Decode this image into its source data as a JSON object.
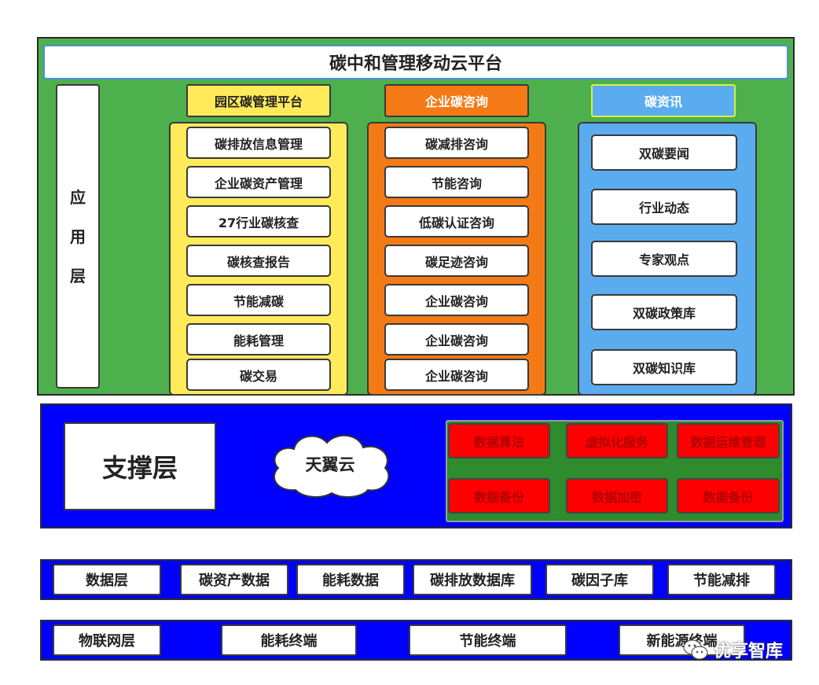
{
  "app_layer": {
    "title": "碳中和管理移动云平台",
    "side_label": [
      "应",
      "用",
      "层"
    ],
    "columns": [
      {
        "header": "园区碳管理平台",
        "items": [
          "碳排放信息管理",
          "企业碳资产管理",
          "27行业碳核查",
          "碳核查报告",
          "节能减碳",
          "能耗管理",
          "碳交易"
        ]
      },
      {
        "header": "企业碳咨询",
        "items": [
          "碳减排咨询",
          "节能咨询",
          "低碳认证咨询",
          "碳足迹咨询",
          "企业碳咨询",
          "企业碳咨询",
          "企业碳咨询"
        ]
      },
      {
        "header": "碳资讯",
        "items": [
          "双碳要闻",
          "行业动态",
          "专家观点",
          "双碳政策库",
          "双碳知识库"
        ]
      }
    ]
  },
  "support_layer": {
    "title": "支撑层",
    "cloud_label": "天翼云",
    "services": [
      "数据算法",
      "虚拟化服务",
      "数据运维管理",
      "数据备份",
      "数据加密",
      "数据备份"
    ]
  },
  "data_layer": {
    "items": [
      "数据层",
      "碳资产数据",
      "能耗数据",
      "碳排放数据库",
      "碳因子库",
      "节能减排"
    ]
  },
  "iot_layer": {
    "items": [
      "物联网层",
      "能耗终端",
      "节能终端",
      "新能源终端"
    ]
  },
  "watermark": {
    "text": "优享智库"
  },
  "colors": {
    "app_bg": "#4db04d",
    "col1": "#ffeb5a",
    "col2": "#f47a16",
    "col3": "#5aacef",
    "support_bg": "#0000ff",
    "service_red": "#ff0000",
    "service_panel": "#2e8b2e"
  }
}
